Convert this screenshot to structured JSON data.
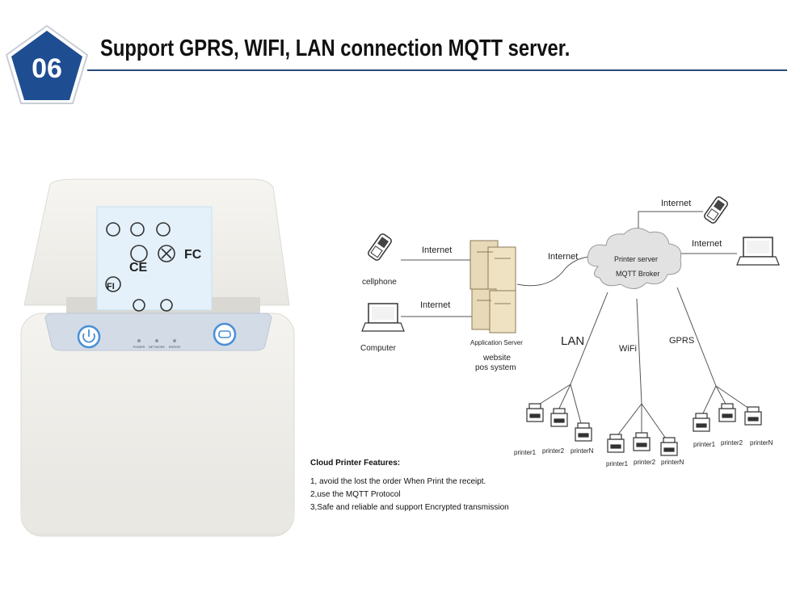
{
  "header": {
    "number": "06",
    "title": "Support GPRS, WIFI, LAN connection MQTT server."
  },
  "printer": {
    "label_symbols": [
      "FI",
      "CE",
      "FC"
    ],
    "indicators": [
      "POWER",
      "NETWORK",
      "ERROR"
    ],
    "colors": {
      "body": "#f1f0eb",
      "panel": "#cfd8e4",
      "button_ring": "#4a8fd6"
    }
  },
  "diagram": {
    "cloud_line1": "Printer server",
    "cloud_line2": "MQTT Broker",
    "app_server": "Application Server",
    "app_sub1": "website",
    "app_sub2": "pos system",
    "cellphone": "cellphone",
    "computer": "Computer",
    "internet_top": "Internet",
    "internet_right": "Internet",
    "internet_cell": "Internet",
    "internet_comp": "Internet",
    "internet_server": "Internet",
    "lan": "LAN",
    "wifi": "WiFi",
    "gprs": "GPRS",
    "lan_printers": [
      "printer1",
      "printer2",
      "printerN"
    ],
    "wifi_printers": [
      "printer1",
      "printer2",
      "printerN"
    ],
    "gprs_printers": [
      "printer1",
      "printer2",
      "printerN"
    ]
  },
  "features": {
    "heading": "Cloud Printer Features:",
    "items": [
      "1, avoid the lost the order When Print the receipt.",
      "2,use the MQTT Protocol",
      "3,Safe and reliable and support Encrypted transmission"
    ]
  }
}
